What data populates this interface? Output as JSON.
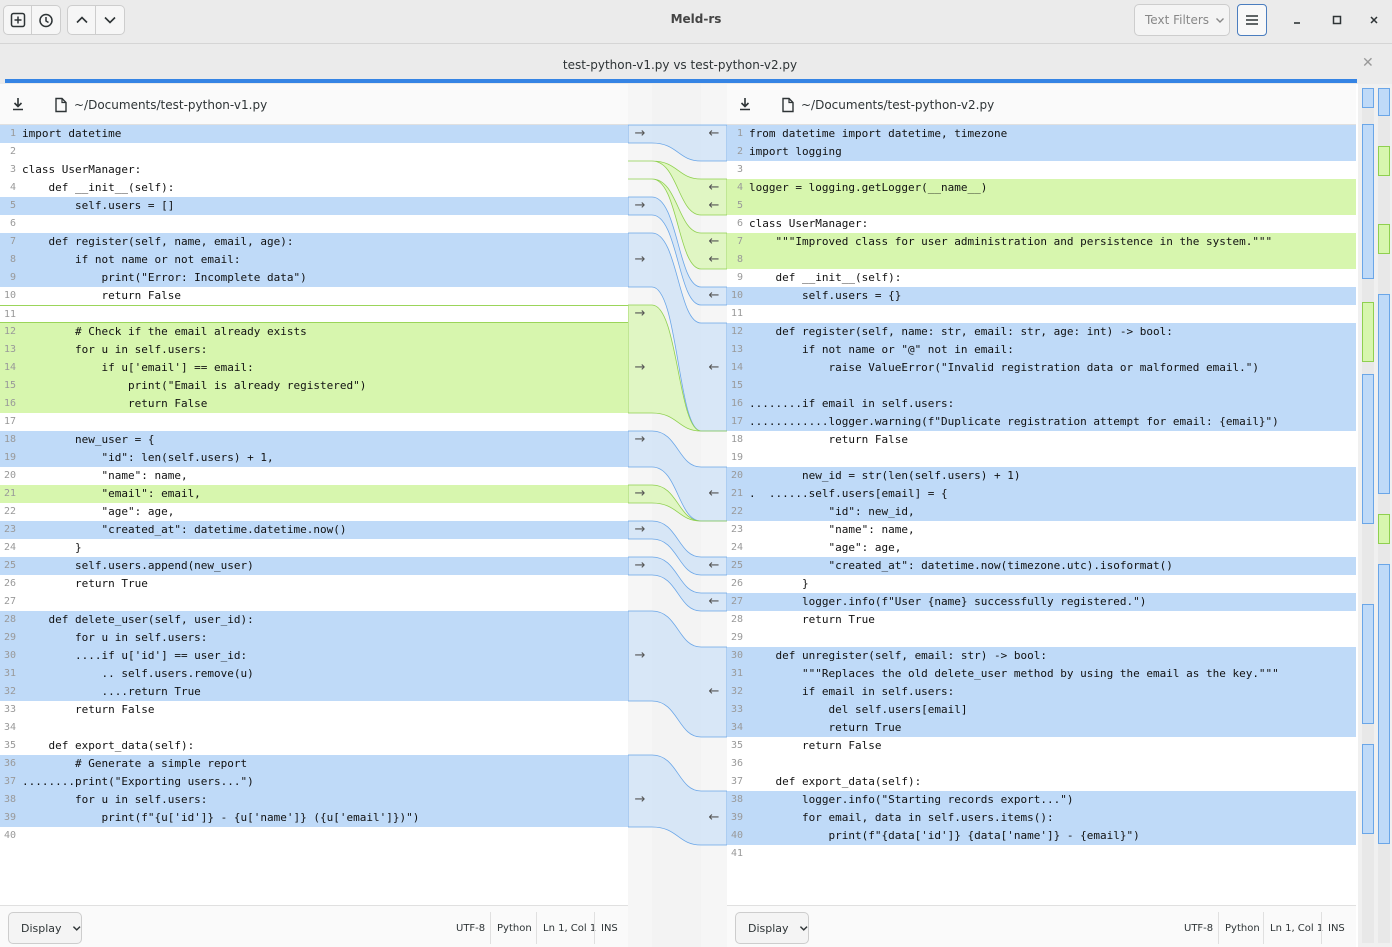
{
  "window": {
    "title": "Meld-rs",
    "text_filters_label": "Text Filters"
  },
  "tab": {
    "label": "test-python-v1.py vs test-python-v2.py"
  },
  "left_pane": {
    "path": "~/Documents/test-python-v1.py",
    "display_label": "Display",
    "encoding": "UTF-8",
    "language": "Python",
    "cursor": "Ln 1, Col 1",
    "mode": "INS",
    "lines": [
      {
        "n": "1",
        "t": "import datetime",
        "k": "chg"
      },
      {
        "n": "2",
        "t": "",
        "k": ""
      },
      {
        "n": "3",
        "t": "class UserManager:",
        "k": ""
      },
      {
        "n": "4",
        "t": "    def __init__(self):",
        "k": ""
      },
      {
        "n": "5",
        "t": "        self.users = []",
        "k": "chg"
      },
      {
        "n": "6",
        "t": "",
        "k": ""
      },
      {
        "n": "7",
        "t": "    def register(self, name, email, age):",
        "k": "chg"
      },
      {
        "n": "8",
        "t": "        if not name or not email:",
        "k": "chg"
      },
      {
        "n": "9",
        "t": "            print(\"Error: Incomplete data\")",
        "k": "chg"
      },
      {
        "n": "10",
        "t": "            return False",
        "k": ""
      },
      {
        "n": "11",
        "t": "",
        "k": "blank-ins"
      },
      {
        "n": "12",
        "t": "        # Check if the email already exists",
        "k": "ins"
      },
      {
        "n": "13",
        "t": "        for u in self.users:",
        "k": "ins"
      },
      {
        "n": "14",
        "t": "            if u['email'] == email:",
        "k": "ins"
      },
      {
        "n": "15",
        "t": "                print(\"Email is already registered\")",
        "k": "ins"
      },
      {
        "n": "16",
        "t": "                return False",
        "k": "ins"
      },
      {
        "n": "17",
        "t": "",
        "k": ""
      },
      {
        "n": "18",
        "t": "        new_user = {",
        "k": "chg"
      },
      {
        "n": "19",
        "t": "            \"id\": len(self.users) + 1,",
        "k": "chg"
      },
      {
        "n": "20",
        "t": "            \"name\": name,",
        "k": ""
      },
      {
        "n": "21",
        "t": "            \"email\": email,",
        "k": "ins"
      },
      {
        "n": "22",
        "t": "            \"age\": age,",
        "k": ""
      },
      {
        "n": "23",
        "t": "            \"created_at\": datetime.datetime.now()",
        "k": "chg"
      },
      {
        "n": "24",
        "t": "        }",
        "k": ""
      },
      {
        "n": "25",
        "t": "        self.users.append(new_user)",
        "k": "chg"
      },
      {
        "n": "26",
        "t": "        return True",
        "k": ""
      },
      {
        "n": "27",
        "t": "",
        "k": ""
      },
      {
        "n": "28",
        "t": "    def delete_user(self, user_id):",
        "k": "chg"
      },
      {
        "n": "29",
        "t": "        for u in self.users:",
        "k": "chg"
      },
      {
        "n": "30",
        "t": "        ....if u['id'] == user_id:",
        "k": "chg"
      },
      {
        "n": "31",
        "t": "            .. self.users.remove(u)",
        "k": "chg"
      },
      {
        "n": "32",
        "t": "            ....return True",
        "k": "chg"
      },
      {
        "n": "33",
        "t": "        return False",
        "k": ""
      },
      {
        "n": "34",
        "t": "",
        "k": ""
      },
      {
        "n": "35",
        "t": "    def export_data(self):",
        "k": ""
      },
      {
        "n": "36",
        "t": "        # Generate a simple report",
        "k": "chg"
      },
      {
        "n": "37",
        "t": "........print(\"Exporting users...\")",
        "k": "chg"
      },
      {
        "n": "38",
        "t": "        for u in self.users:",
        "k": "chg"
      },
      {
        "n": "39",
        "t": "            print(f\"{u['id']} - {u['name']} ({u['email']})\")",
        "k": "chg"
      },
      {
        "n": "40",
        "t": "",
        "k": ""
      }
    ]
  },
  "right_pane": {
    "path": "~/Documents/test-python-v2.py",
    "display_label": "Display",
    "encoding": "UTF-8",
    "language": "Python",
    "cursor": "Ln 1, Col 1",
    "mode": "INS",
    "lines": [
      {
        "n": "1",
        "t": "from datetime import datetime, timezone",
        "k": "chg"
      },
      {
        "n": "2",
        "t": "import logging",
        "k": "chg"
      },
      {
        "n": "3",
        "t": "",
        "k": ""
      },
      {
        "n": "4",
        "t": "logger = logging.getLogger(__name__)",
        "k": "ins"
      },
      {
        "n": "5",
        "t": "",
        "k": "ins"
      },
      {
        "n": "6",
        "t": "class UserManager:",
        "k": ""
      },
      {
        "n": "7",
        "t": "    \"\"\"Improved class for user administration and persistence in the system.\"\"\"",
        "k": "ins"
      },
      {
        "n": "8",
        "t": "",
        "k": "ins"
      },
      {
        "n": "9",
        "t": "    def __init__(self):",
        "k": ""
      },
      {
        "n": "10",
        "t": "        self.users = {}",
        "k": "chg"
      },
      {
        "n": "11",
        "t": "",
        "k": ""
      },
      {
        "n": "12",
        "t": "    def register(self, name: str, email: str, age: int) -> bool:",
        "k": "chg"
      },
      {
        "n": "13",
        "t": "        if not name or \"@\" not in email:",
        "k": "chg"
      },
      {
        "n": "14",
        "t": "            raise ValueError(\"Invalid registration data or malformed email.\")",
        "k": "chg"
      },
      {
        "n": "15",
        "t": "",
        "k": "chg"
      },
      {
        "n": "16",
        "t": "........if email in self.users:",
        "k": "chg"
      },
      {
        "n": "17",
        "t": "............logger.warning(f\"Duplicate registration attempt for email: {email}\")",
        "k": "chg"
      },
      {
        "n": "18",
        "t": "            return False",
        "k": ""
      },
      {
        "n": "19",
        "t": "",
        "k": ""
      },
      {
        "n": "20",
        "t": "        new_id = str(len(self.users) + 1)",
        "k": "chg"
      },
      {
        "n": "21",
        "t": ".  ......self.users[email] = {",
        "k": "chg"
      },
      {
        "n": "22",
        "t": "            \"id\": new_id,",
        "k": "chg"
      },
      {
        "n": "23",
        "t": "            \"name\": name,",
        "k": ""
      },
      {
        "n": "24",
        "t": "            \"age\": age,",
        "k": ""
      },
      {
        "n": "25",
        "t": "            \"created_at\": datetime.now(timezone.utc).isoformat()",
        "k": "chg"
      },
      {
        "n": "26",
        "t": "        }",
        "k": ""
      },
      {
        "n": "27",
        "t": "        logger.info(f\"User {name} successfully registered.\")",
        "k": "chg"
      },
      {
        "n": "28",
        "t": "        return True",
        "k": ""
      },
      {
        "n": "29",
        "t": "",
        "k": ""
      },
      {
        "n": "30",
        "t": "    def unregister(self, email: str) -> bool:",
        "k": "chg"
      },
      {
        "n": "31",
        "t": "        \"\"\"Replaces the old delete_user method by using the email as the key.\"\"\"",
        "k": "chg"
      },
      {
        "n": "32",
        "t": "        if email in self.users:",
        "k": "chg"
      },
      {
        "n": "33",
        "t": "            del self.users[email]",
        "k": "chg"
      },
      {
        "n": "34",
        "t": "            return True",
        "k": "chg"
      },
      {
        "n": "35",
        "t": "        return False",
        "k": ""
      },
      {
        "n": "36",
        "t": "",
        "k": ""
      },
      {
        "n": "37",
        "t": "    def export_data(self):",
        "k": ""
      },
      {
        "n": "38",
        "t": "        logger.info(\"Starting records export...\")",
        "k": "chg"
      },
      {
        "n": "39",
        "t": "        for email, data in self.users.items():",
        "k": "chg"
      },
      {
        "n": "40",
        "t": "            print(f\"{data['id']} {data['name']} - {email}\")",
        "k": "chg"
      },
      {
        "n": "41",
        "t": "",
        "k": ""
      }
    ]
  },
  "colors": {
    "changed": "#bfdaf8",
    "inserted": "#d7f6ae",
    "accent": "#3584e4"
  }
}
